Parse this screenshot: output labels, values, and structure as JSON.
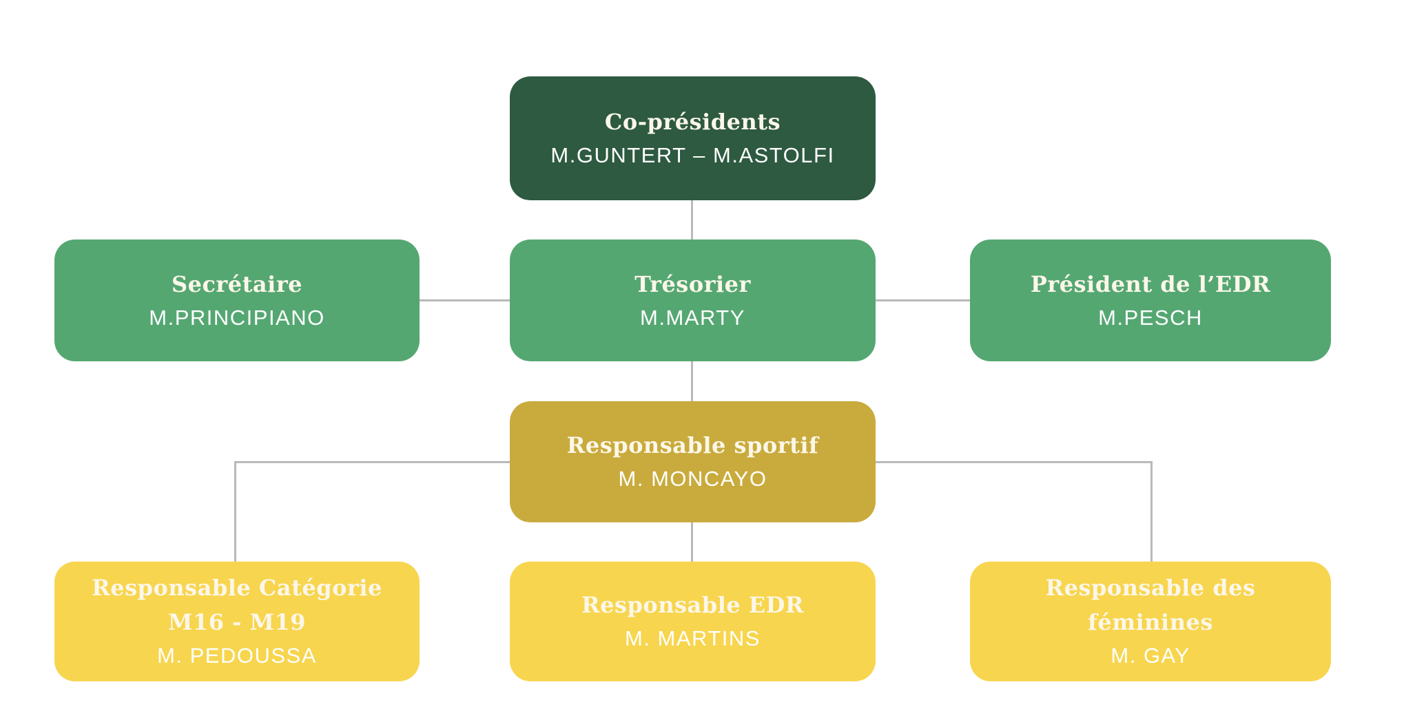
{
  "colors": {
    "dark_green": "#2d5a40",
    "green": "#55a772",
    "gold": "#c9ab3d",
    "yellow": "#f7d54e",
    "connector": "#b9b9b9",
    "title_text": "#fcf7ea",
    "name_text": "#ffffff"
  },
  "org_chart": {
    "type": "organizational-chart",
    "nodes": [
      {
        "id": "co-presidents",
        "title": "Co-présidents",
        "name": "M.GUNTERT – M.ASTOLFI",
        "color": "dark_green",
        "level": 1
      },
      {
        "id": "secretaire",
        "title": "Secrétaire",
        "name": "M.PRINCIPIANO",
        "color": "green",
        "level": 2
      },
      {
        "id": "tresorier",
        "title": "Trésorier",
        "name": "M.MARTY",
        "color": "green",
        "level": 2
      },
      {
        "id": "president-edr",
        "title": "Président de l’EDR",
        "name": "M.PESCH",
        "color": "green",
        "level": 2
      },
      {
        "id": "responsable-sportif",
        "title": "Responsable sportif",
        "name": "M. MONCAYO",
        "color": "gold",
        "level": 3
      },
      {
        "id": "responsable-m16-m19",
        "title": "Responsable Catégorie",
        "title_line2": "M16 - M19",
        "name": "M. PEDOUSSA",
        "color": "yellow",
        "level": 4
      },
      {
        "id": "responsable-edr",
        "title": "Responsable EDR",
        "name": "M. MARTINS",
        "color": "yellow",
        "level": 4
      },
      {
        "id": "responsable-feminines",
        "title": "Responsable des",
        "title_line2": "féminines",
        "name": "M. GAY",
        "color": "yellow",
        "level": 4
      }
    ],
    "edges": [
      [
        "co-presidents",
        "tresorier"
      ],
      [
        "secretaire",
        "tresorier"
      ],
      [
        "tresorier",
        "president-edr"
      ],
      [
        "tresorier",
        "responsable-sportif"
      ],
      [
        "responsable-sportif",
        "responsable-m16-m19"
      ],
      [
        "responsable-sportif",
        "responsable-edr"
      ],
      [
        "responsable-sportif",
        "responsable-feminines"
      ]
    ]
  }
}
